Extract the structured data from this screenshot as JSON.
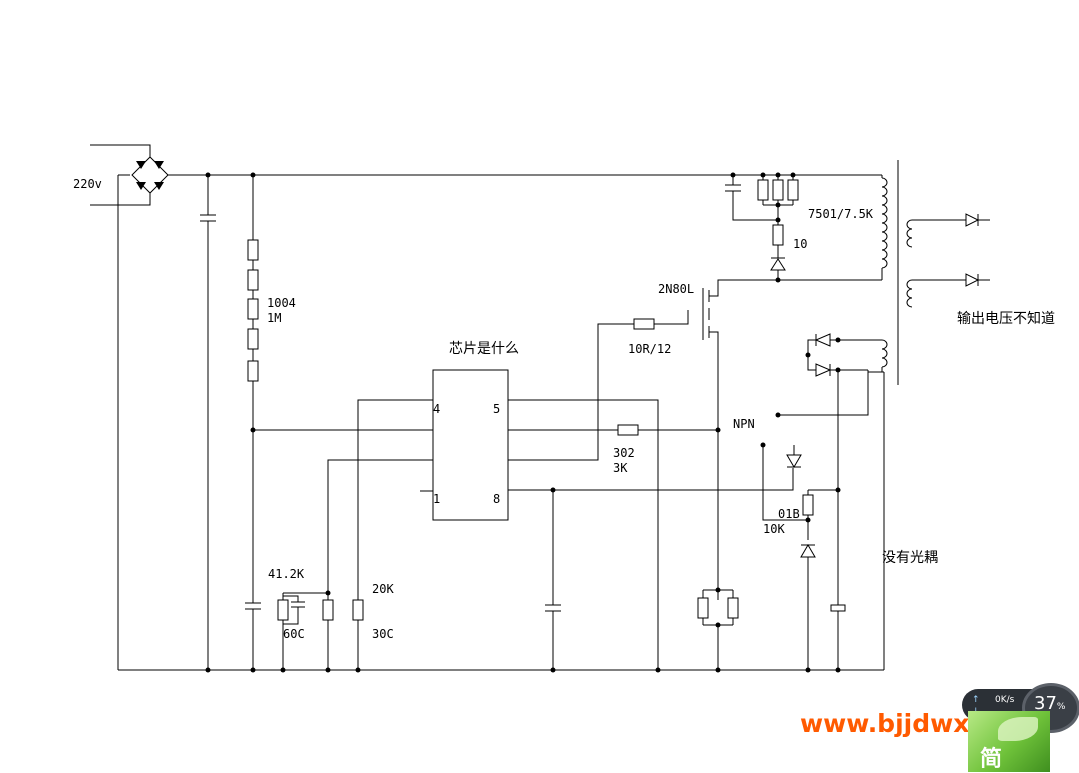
{
  "labels": {
    "input_voltage": "220v",
    "resistor_chain": "1004",
    "resistor_chain_value": "1M",
    "chip_question": "芯片是什么",
    "pin4": "4",
    "pin5": "5",
    "pin1": "1",
    "pin8": "8",
    "mosfet": "2N80L",
    "gate_resistor": "10R/12",
    "snubber_resistors": "7501/7.5K",
    "snubber_diode_resistor": "10",
    "output_unknown": "输出电压不知道",
    "npn": "NPN",
    "sense_resistor": "302",
    "sense_resistor_value": "3K",
    "zener": "01B",
    "zener_resistor": "10K",
    "no_optocoupler": "没有光耦",
    "r_41k": "41.2K",
    "cap_60c": "60C",
    "r_20k": "20K",
    "cap_30c": "30C"
  },
  "watermark": {
    "text": "www.bjjdwx.com",
    "color": "#ff5a00"
  },
  "widget": {
    "speed": "0K/s",
    "percent": "37",
    "percent_unit": "%",
    "ime_char": "简"
  }
}
